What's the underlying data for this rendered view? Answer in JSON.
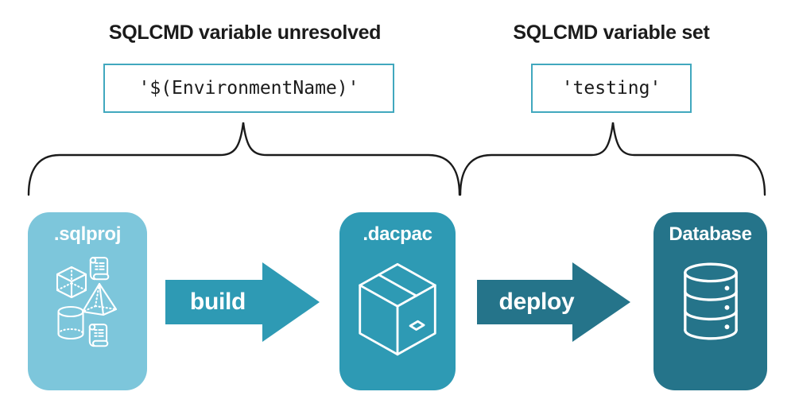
{
  "colors": {
    "light_teal": "#7dc6db",
    "teal": "#2e9ab4",
    "dark_teal": "#25748a",
    "code_border": "#41a8be",
    "ink": "#1b1b1b"
  },
  "annotations": {
    "unresolved": {
      "heading": "SQLCMD variable unresolved",
      "code": "'$(EnvironmentName)'"
    },
    "resolved": {
      "heading": "SQLCMD variable set",
      "code": "'testing'"
    }
  },
  "pipeline": {
    "sqlproj_label": ".sqlproj",
    "build_label": "build",
    "dacpac_label": ".dacpac",
    "deploy_label": "deploy",
    "database_label": "Database"
  }
}
